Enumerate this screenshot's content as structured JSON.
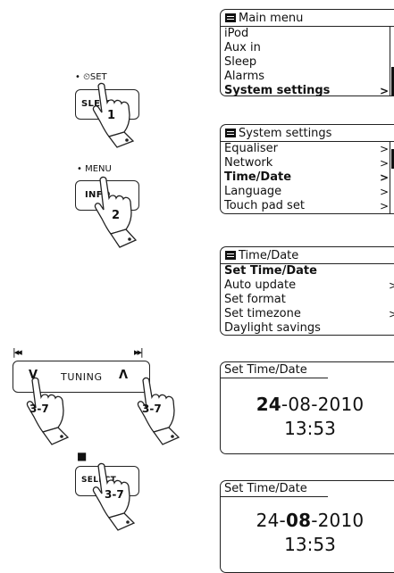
{
  "screens": {
    "main_menu": {
      "title": "Main menu",
      "items": [
        "iPod",
        "Aux in",
        "Sleep",
        "Alarms",
        "System settings"
      ],
      "selected_arrow": ">"
    },
    "system_settings": {
      "title": "System settings",
      "items": [
        "Equaliser",
        "Network",
        "Time/Date",
        "Language",
        "Touch pad set"
      ],
      "arrow": ">"
    },
    "time_date": {
      "title": "Time/Date",
      "items": [
        "Set Time/Date",
        "Auto update",
        "Set format",
        "Set timezone",
        "Daylight savings"
      ],
      "arrow": ">"
    },
    "set_day": {
      "title": "Set Time/Date",
      "day": "24",
      "rest_of_date": "-08-2010",
      "time": "13:53"
    },
    "set_month": {
      "title": "Set Time/Date",
      "day_prefix": "24-",
      "month": "08",
      "year_suffix": "-2010",
      "time": "13:53"
    }
  },
  "controls": {
    "sleep_button": {
      "label": "SLEEP",
      "above": "• ⏲SET",
      "step": "1"
    },
    "info_button": {
      "label": "INFO",
      "above": "• MENU",
      "step": "2"
    },
    "tuning_button": {
      "label": "TUNING",
      "down": "V",
      "up": "Λ",
      "prev": "|◂◂",
      "next": "▸▸|",
      "step": "3-7"
    },
    "select_button": {
      "label": "SELECT",
      "above": "■",
      "step": "3-7"
    }
  }
}
